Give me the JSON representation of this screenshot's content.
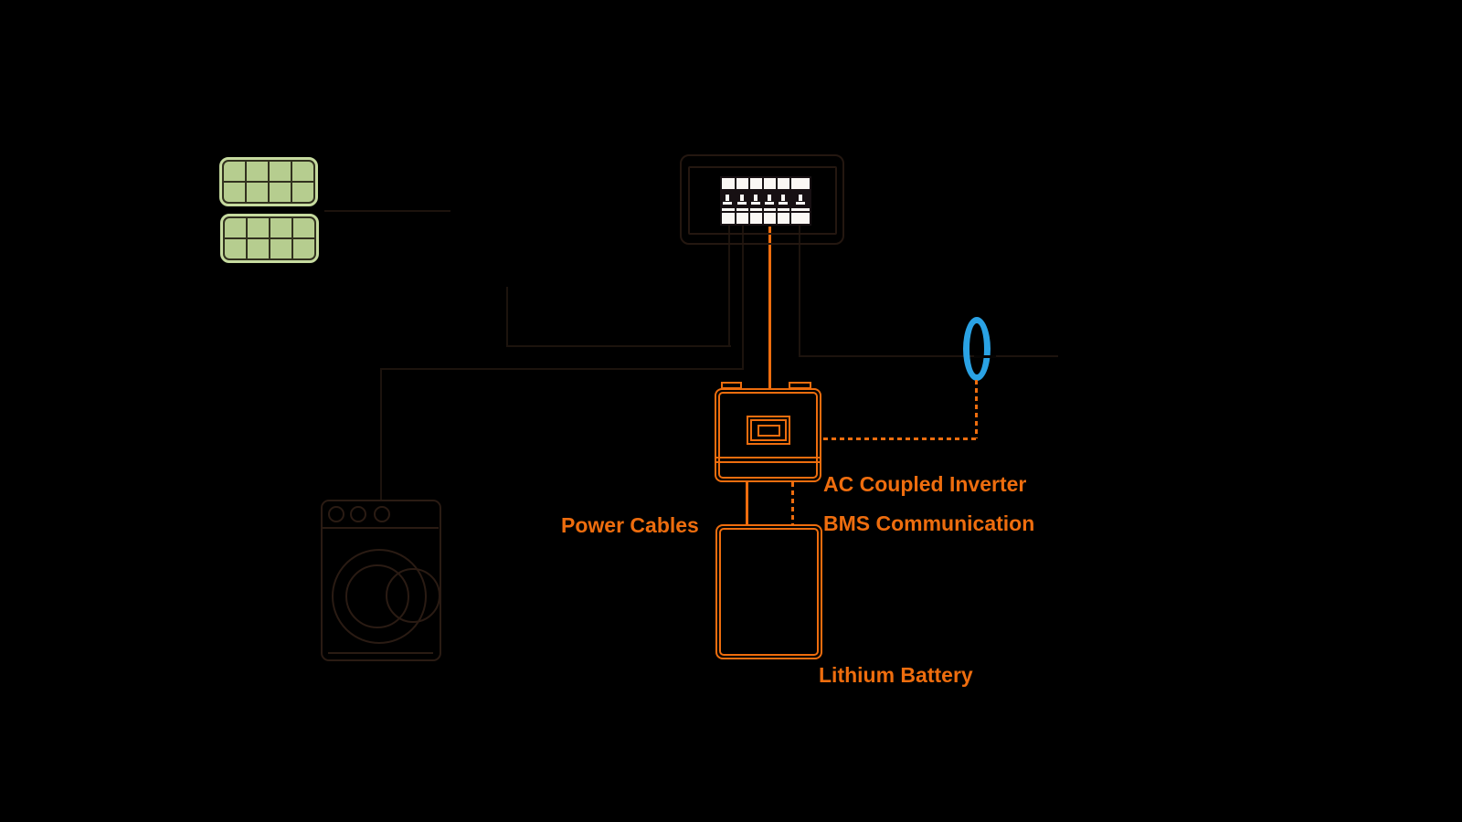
{
  "labels": {
    "power_cables": "Power Cables",
    "ac_coupled_inverter": "AC Coupled Inverter",
    "bms_communication": "BMS Communication",
    "lithium_battery": "Lithium Battery"
  },
  "colors": {
    "orange": "#ee6d0e",
    "blue": "#2aa2e4",
    "panel_fill": "#b6cd8f",
    "panel_edge": "#c6db9f",
    "panel_grid": "#32311f",
    "wire": "#1c130d",
    "enclosure": "#241710",
    "appliance": "#2a1b13",
    "device_white": "#faf7f4",
    "breaker_dark": "#171013"
  },
  "components": {
    "solar_array": "solar-panels-icon",
    "breaker_panel": "circuit-breaker-panel-icon",
    "ct_clamp": "ct-sensor-clamp-icon",
    "inverter": "ac-coupled-inverter-icon",
    "battery": "lithium-battery-icon",
    "washing_machine": "washing-machine-icon"
  }
}
